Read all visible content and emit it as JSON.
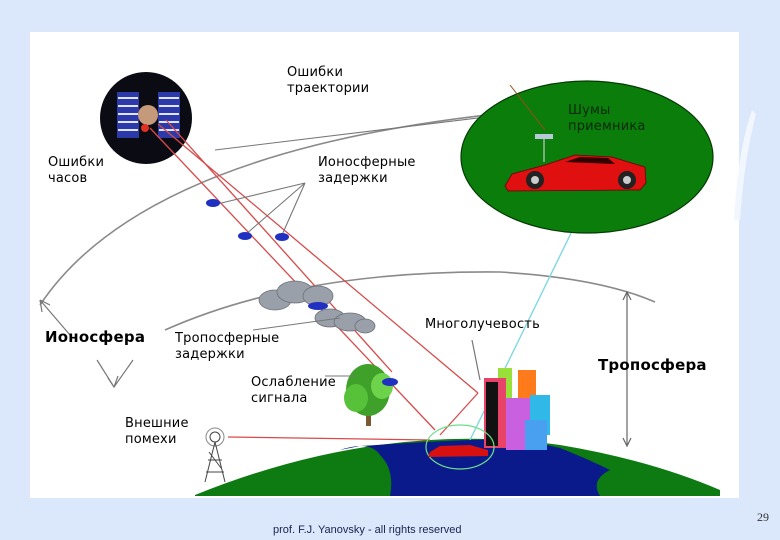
{
  "slide": {
    "page_number": "29",
    "footer": "prof. F.J. Yanovsky - all rights reserved",
    "background_color": "#dbe8fb"
  },
  "diagram": {
    "title_context": "GPS signal error sources",
    "labels": {
      "trajectory_errors": "Ошибки\nтраектории",
      "clock_errors": "Ошибки\nчасов",
      "ionospheric_delays": "Ионосферные\nзадержки",
      "receiver_noise": "Шумы\nприемника",
      "ionosphere": "Ионосфера",
      "tropospheric_delays": "Тропосферные\nзадержки",
      "multipath": "Многолучевость",
      "troposphere": "Тропосфера",
      "signal_attenuation": "Ослабление\nсигнала",
      "external_interference": "Внешние\nпомехи"
    },
    "colors": {
      "ground_green": "#0e7a12",
      "water_blue": "#0a1a8a",
      "receiver_oval": "#0b7d0b",
      "signal_ray": "#d84a4a",
      "car_red": "#e01010",
      "orbit_line": "#888888"
    }
  }
}
